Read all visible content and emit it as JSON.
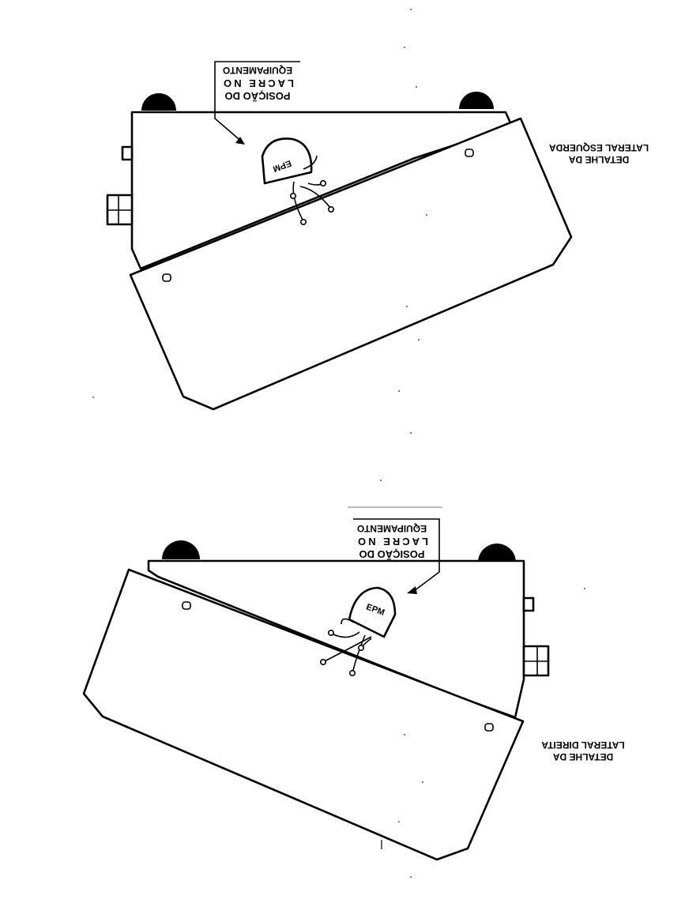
{
  "figures": [
    {
      "id": "left",
      "caption_line1": "DETALHE DA",
      "caption_line2": "LATERAL ESQUERDA",
      "label_line1": "POSIÇÃO DO",
      "label_line2": "LACRE NO",
      "label_line3": "EQUIPAMENTO",
      "seal_text": "EPM"
    },
    {
      "id": "right",
      "caption_line1": "DETALHE DA",
      "caption_line2": "LATERAL DIREITA",
      "label_line1": "POSIÇÃO DO",
      "label_line2": "LACRE NO",
      "label_line3": "EQUIPAMENTO",
      "seal_text": "EPM"
    }
  ]
}
